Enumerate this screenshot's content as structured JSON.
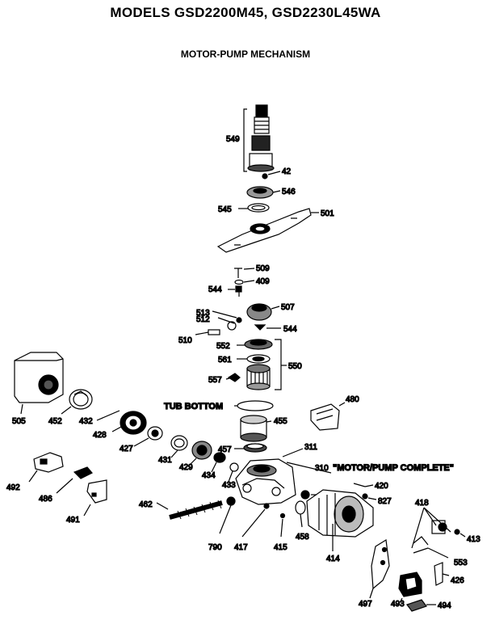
{
  "title": "MODELS GSD2200M45, GSD2230L45WA",
  "subtitle": "MOTOR-PUMP MECHANISM",
  "tub_bottom_label": "TUB BOTTOM",
  "motor_pump_complete_label": "\"MOTOR/PUMP COMPLETE\"",
  "parts": [
    {
      "id": "p549",
      "label": "549"
    },
    {
      "id": "p42",
      "label": "42"
    },
    {
      "id": "p546",
      "label": "546"
    },
    {
      "id": "p545",
      "label": "545"
    },
    {
      "id": "p501",
      "label": "501"
    },
    {
      "id": "p509",
      "label": "509"
    },
    {
      "id": "p409",
      "label": "409"
    },
    {
      "id": "p544a",
      "label": "544"
    },
    {
      "id": "p513",
      "label": "513"
    },
    {
      "id": "p507",
      "label": "507"
    },
    {
      "id": "p512",
      "label": "512"
    },
    {
      "id": "p544b",
      "label": "544"
    },
    {
      "id": "p510",
      "label": "510"
    },
    {
      "id": "p552",
      "label": "552"
    },
    {
      "id": "p561",
      "label": "561"
    },
    {
      "id": "p550",
      "label": "550"
    },
    {
      "id": "p557",
      "label": "557"
    },
    {
      "id": "p480",
      "label": "480"
    },
    {
      "id": "p505",
      "label": "505"
    },
    {
      "id": "p452",
      "label": "452"
    },
    {
      "id": "p432",
      "label": "432"
    },
    {
      "id": "p428",
      "label": "428"
    },
    {
      "id": "p455",
      "label": "455"
    },
    {
      "id": "p427",
      "label": "427"
    },
    {
      "id": "p311",
      "label": "311"
    },
    {
      "id": "p431",
      "label": "431"
    },
    {
      "id": "p429",
      "label": "429"
    },
    {
      "id": "p457",
      "label": "457"
    },
    {
      "id": "p310",
      "label": "310"
    },
    {
      "id": "p434",
      "label": "434"
    },
    {
      "id": "p433",
      "label": "433"
    },
    {
      "id": "p420",
      "label": "420"
    },
    {
      "id": "p492",
      "label": "492"
    },
    {
      "id": "p486",
      "label": "486"
    },
    {
      "id": "p462",
      "label": "462"
    },
    {
      "id": "p827",
      "label": "827"
    },
    {
      "id": "p418",
      "label": "418"
    },
    {
      "id": "p491",
      "label": "491"
    },
    {
      "id": "p413",
      "label": "413"
    },
    {
      "id": "p790",
      "label": "790"
    },
    {
      "id": "p417",
      "label": "417"
    },
    {
      "id": "p415",
      "label": "415"
    },
    {
      "id": "p458",
      "label": "458"
    },
    {
      "id": "p414",
      "label": "414"
    },
    {
      "id": "p553",
      "label": "553"
    },
    {
      "id": "p426",
      "label": "426"
    },
    {
      "id": "p497",
      "label": "497"
    },
    {
      "id": "p493",
      "label": "493"
    },
    {
      "id": "p494",
      "label": "494"
    }
  ]
}
